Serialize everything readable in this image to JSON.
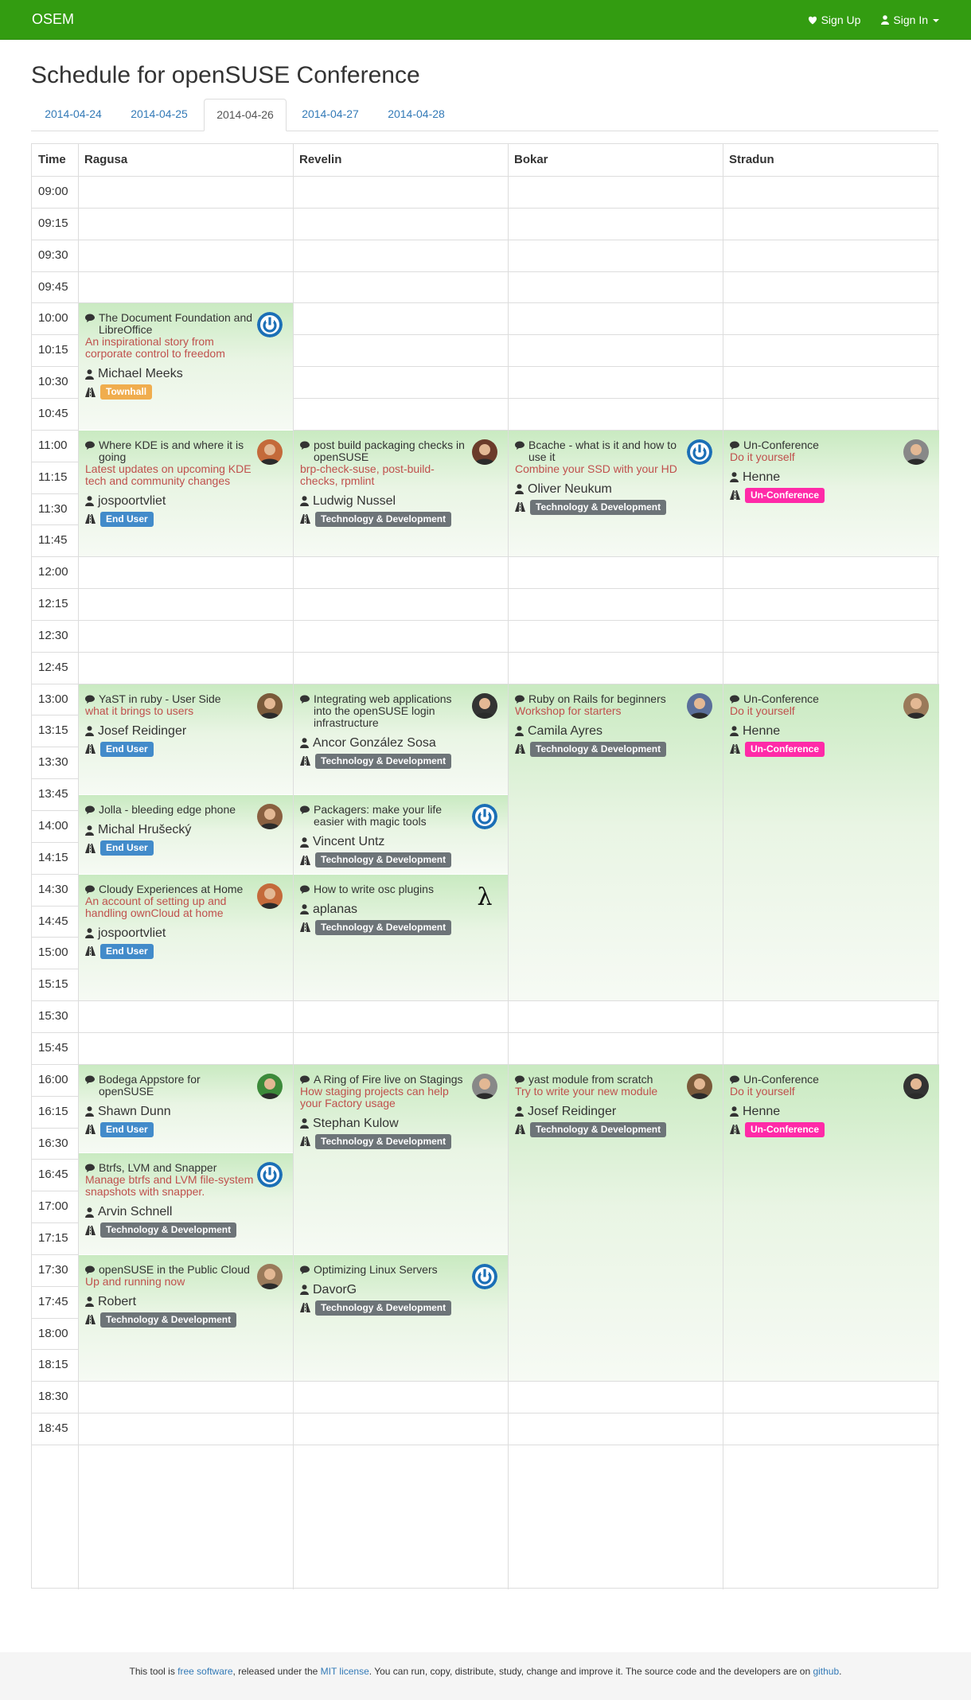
{
  "navbar": {
    "brand": "OSEM",
    "signup": "Sign Up",
    "signin": "Sign In"
  },
  "page": {
    "title": "Schedule for openSUSE Conference"
  },
  "tabs": [
    {
      "label": "2014-04-24"
    },
    {
      "label": "2014-04-25"
    },
    {
      "label": "2014-04-26",
      "active": true
    },
    {
      "label": "2014-04-27"
    },
    {
      "label": "2014-04-28"
    }
  ],
  "table": {
    "headers": [
      "Time",
      "Ragusa",
      "Revelin",
      "Bokar",
      "Stradun"
    ],
    "times": [
      "09:00",
      "09:15",
      "09:30",
      "09:45",
      "10:00",
      "10:15",
      "10:30",
      "10:45",
      "11:00",
      "11:15",
      "11:30",
      "11:45",
      "12:00",
      "12:15",
      "12:30",
      "12:45",
      "13:00",
      "13:15",
      "13:30",
      "13:45",
      "14:00",
      "14:15",
      "14:30",
      "14:45",
      "15:00",
      "15:15",
      "15:30",
      "15:45",
      "16:00",
      "16:15",
      "16:30",
      "16:45",
      "17:00",
      "17:15",
      "17:30",
      "17:45",
      "18:00",
      "18:15",
      "18:30",
      "18:45"
    ]
  },
  "tracks": {
    "townhall": "Townhall",
    "end_user": "End User",
    "techdev": "Technology & Development",
    "unconf": "Un-Conference"
  },
  "colors": {
    "navbar": "#339c11",
    "townhall": "#f0ad4e",
    "end_user": "#428bca",
    "techdev": "#6d7478",
    "unconf": "#ff2aa8",
    "subtitle": "#c0504d",
    "link": "#337ab7"
  },
  "events": [
    {
      "title": "The Document Foundation and LibreOffice",
      "subtitle": "An inspirational story from corporate control to freedom",
      "speaker": "Michael Meeks",
      "track": "Townhall",
      "icon": "opensuse-power-icon"
    },
    {
      "title": "Where KDE is and where it is going",
      "subtitle": "Latest updates on upcoming KDE tech and community changes",
      "speaker": "jospoortvliet",
      "track": "End User",
      "icon": "avatar"
    },
    {
      "title": "post build packaging checks in openSUSE",
      "subtitle": "brp-check-suse, post-build-checks, rpmlint",
      "speaker": "Ludwig Nussel",
      "track": "Technology & Development",
      "icon": "avatar"
    },
    {
      "title": "Bcache - what is it and how to use it",
      "subtitle": "Combine your SSD with your HD",
      "speaker": "Oliver Neukum",
      "track": "Technology & Development",
      "icon": "opensuse-power-icon"
    },
    {
      "title": "Un-Conference",
      "subtitle": "Do it yourself",
      "speaker": "Henne",
      "track": "Un-Conference",
      "icon": "avatar"
    },
    {
      "title": "YaST in ruby - User Side",
      "subtitle": "what it brings to users",
      "speaker": "Josef Reidinger",
      "track": "End User",
      "icon": "avatar"
    },
    {
      "title": "Integrating web applications into the openSUSE login infrastructure",
      "subtitle": "",
      "speaker": "Ancor González Sosa",
      "track": "Technology & Development",
      "icon": "avatar"
    },
    {
      "title": "Ruby on Rails for beginners",
      "subtitle": "Workshop for starters",
      "speaker": "Camila Ayres",
      "track": "Technology & Development",
      "icon": "avatar"
    },
    {
      "title": "Un-Conference",
      "subtitle": "Do it yourself",
      "speaker": "Henne",
      "track": "Un-Conference",
      "icon": "avatar"
    },
    {
      "title": "Jolla - bleeding edge phone",
      "subtitle": "",
      "speaker": "Michal Hrušecký",
      "track": "End User",
      "icon": "avatar"
    },
    {
      "title": "Packagers: make your life easier with magic tools",
      "subtitle": "",
      "speaker": "Vincent Untz",
      "track": "Technology & Development",
      "icon": "opensuse-power-icon"
    },
    {
      "title": "Cloudy Experiences at Home",
      "subtitle": "An account of setting up and handling ownCloud at home",
      "speaker": "jospoortvliet",
      "track": "End User",
      "icon": "avatar"
    },
    {
      "title": "How to write osc plugins",
      "subtitle": "",
      "speaker": "aplanas",
      "track": "Technology & Development",
      "icon": "lambda-icon"
    },
    {
      "title": "Bodega Appstore for openSUSE",
      "subtitle": "",
      "speaker": "Shawn Dunn",
      "track": "End User",
      "icon": "avatar"
    },
    {
      "title": "A Ring of Fire live on Stagings",
      "subtitle": "How staging projects can help your Factory usage",
      "speaker": "Stephan Kulow",
      "track": "Technology & Development",
      "icon": "avatar"
    },
    {
      "title": "yast module from scratch",
      "subtitle": "Try to write your new module",
      "speaker": "Josef Reidinger",
      "track": "Technology & Development",
      "icon": "avatar"
    },
    {
      "title": "Un-Conference",
      "subtitle": "Do it yourself",
      "speaker": "Henne",
      "track": "Un-Conference",
      "icon": "avatar"
    },
    {
      "title": "Btrfs, LVM and Snapper",
      "subtitle": "Manage btrfs and LVM file-system snapshots with snapper.",
      "speaker": "Arvin Schnell",
      "track": "Technology & Development",
      "icon": "opensuse-power-icon"
    },
    {
      "title": "openSUSE in the Public Cloud",
      "subtitle": "Up and running now",
      "speaker": "Robert",
      "track": "Technology & Development",
      "icon": "avatar"
    },
    {
      "title": "Optimizing Linux Servers",
      "subtitle": "",
      "speaker": "DavorG",
      "track": "Technology & Development",
      "icon": "opensuse-power-icon"
    }
  ],
  "footer": {
    "t1": "This tool is ",
    "l1": "free software",
    "t2": ", released under the ",
    "l2": "MIT license",
    "t3": ". You can run, copy, distribute, study, change and improve it. The source code and the developers are on ",
    "l3": "github",
    "t4": "."
  }
}
